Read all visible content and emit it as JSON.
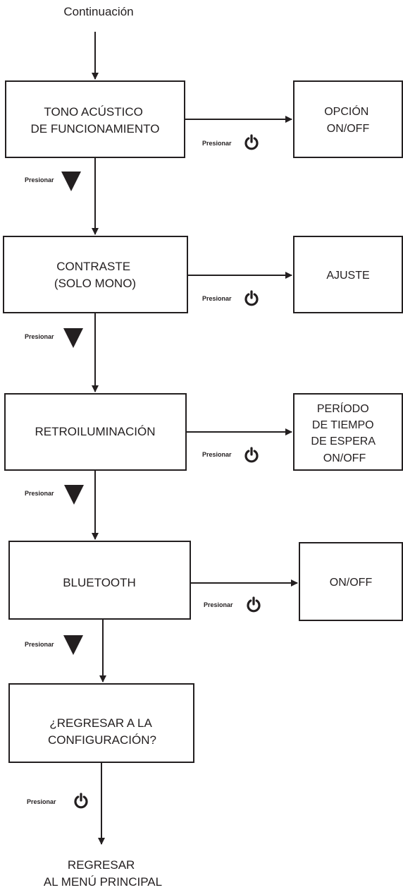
{
  "top_label": "Continuación",
  "bottom_label": [
    "REGRESAR",
    "AL MENÚ PRINCIPAL"
  ],
  "steps": [
    {
      "lines": [
        "TONO ACÚSTICO",
        "DE FUNCIONAMIENTO"
      ],
      "option_lines": [
        "OPCIÓN",
        "ON/OFF"
      ],
      "option_press": "Presionar",
      "next_press": "Presionar"
    },
    {
      "lines": [
        "CONTRASTE",
        "(SOLO MONO)"
      ],
      "option_lines": [
        "AJUSTE"
      ],
      "option_press": "Presionar",
      "next_press": "Presionar"
    },
    {
      "lines": [
        "RETROILUMINACIÓN"
      ],
      "option_lines": [
        "PERÍODO",
        "DE TIEMPO",
        "DE ESPERA",
        "ON/OFF"
      ],
      "option_press": "Presionar",
      "next_press": "Presionar"
    },
    {
      "lines": [
        "BLUETOOTH"
      ],
      "option_lines": [
        "ON/OFF"
      ],
      "option_press": "Presionar",
      "next_press": "Presionar"
    },
    {
      "lines": [
        "¿REGRESAR A LA",
        "CONFIGURACIÓN?"
      ],
      "option_lines": [],
      "option_press": "",
      "next_press": "Presionar"
    }
  ],
  "icons": {
    "power": "power-icon",
    "down": "down-arrow-icon"
  },
  "colors": {
    "ink": "#231f20",
    "background": "#ffffff"
  }
}
